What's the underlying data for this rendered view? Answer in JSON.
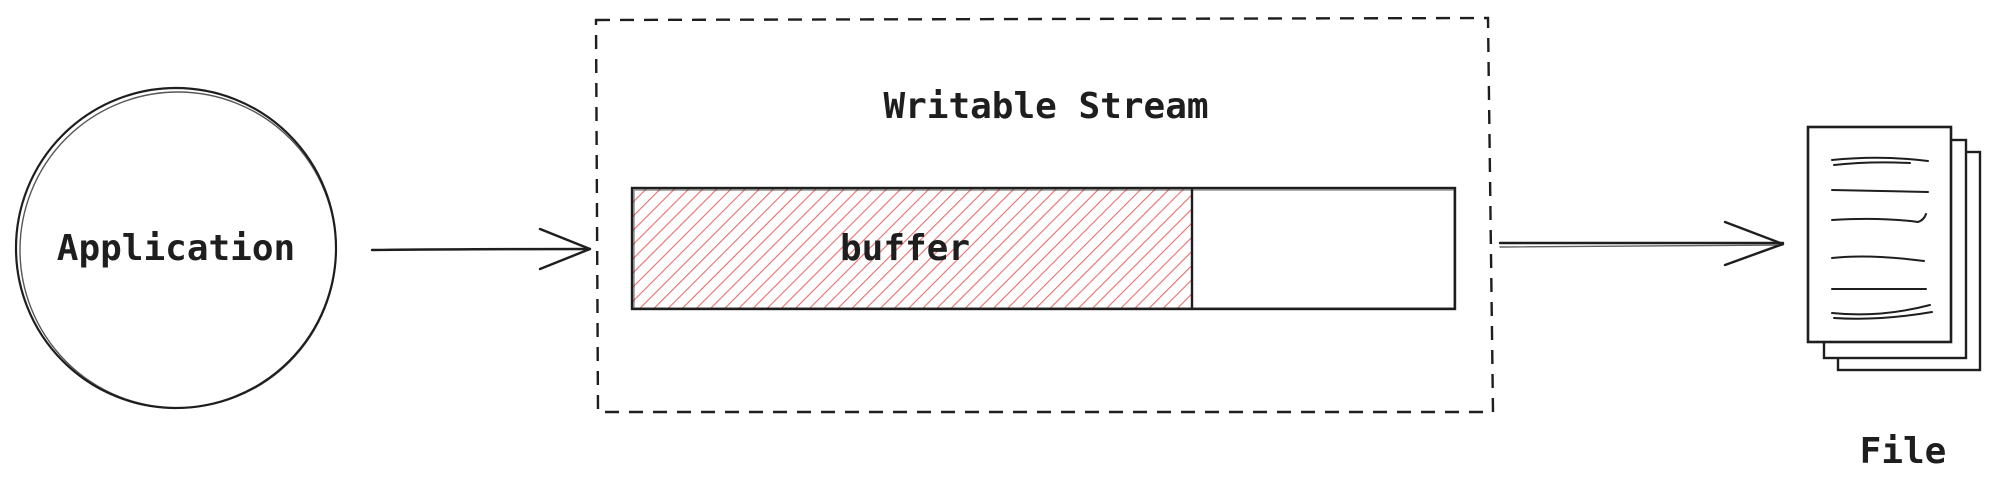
{
  "application": {
    "label": "Application"
  },
  "writable_stream": {
    "title": "Writable Stream",
    "buffer_label": "buffer",
    "buffer_fill_fraction": 0.68
  },
  "file": {
    "label": "File"
  },
  "colors": {
    "stroke": "#1e1e1e",
    "buffer_hatch": "#e03131",
    "background": "#ffffff"
  }
}
